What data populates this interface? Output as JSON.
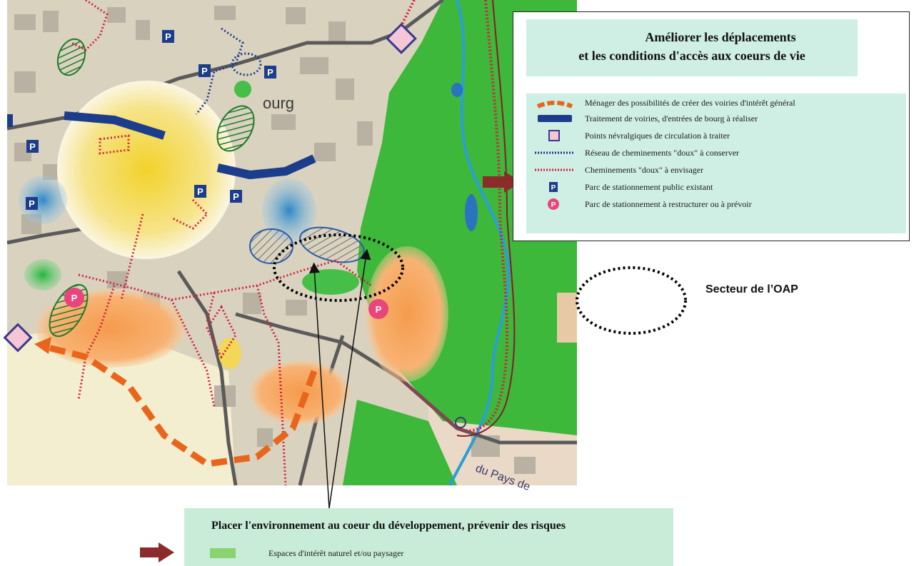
{
  "map": {
    "labels": {
      "bourg": "ourg",
      "road": "du Pays de"
    },
    "parking_label": "P",
    "colors": {
      "land": "#d9d2bf",
      "forest": "#3db83a",
      "urban_zone": "#f6dc3c",
      "development": "#f7a257",
      "road_blue": "#1c3c8c",
      "soft_path": "#d0233f",
      "water": "#2a9fd6"
    }
  },
  "legend_top": {
    "title_line1": "Améliorer les déplacements",
    "title_line2": "et les conditions d'accès aux coeurs de vie",
    "items": [
      {
        "label": "Ménager des possibilités de créer des voiries d'intérêt général",
        "icon": "orange-dashed-arrow-icon"
      },
      {
        "label": "Traitement de voiries, d'entrées de bourg à réaliser",
        "icon": "blue-band-icon"
      },
      {
        "label": "Points névralgiques de circulation à traiter",
        "icon": "pink-square-icon"
      },
      {
        "label": "Réseau de cheminements \"doux\" à conserver",
        "icon": "blue-dotted-line-icon"
      },
      {
        "label": "Cheminements \"doux\" à envisager",
        "icon": "red-dotted-line-icon"
      },
      {
        "label": "Parc de stationnement public existant",
        "icon": "blue-parking-icon"
      },
      {
        "label": "Parc de stationnement à restructurer ou à prévoir",
        "icon": "pink-parking-icon"
      }
    ]
  },
  "secteur_label": "Secteur de l’OAP",
  "legend_bottom": {
    "title": "Placer l'environnement au coeur du développement, prévenir des risques",
    "item": "Espaces d'intérêt naturel et/ou paysager"
  }
}
